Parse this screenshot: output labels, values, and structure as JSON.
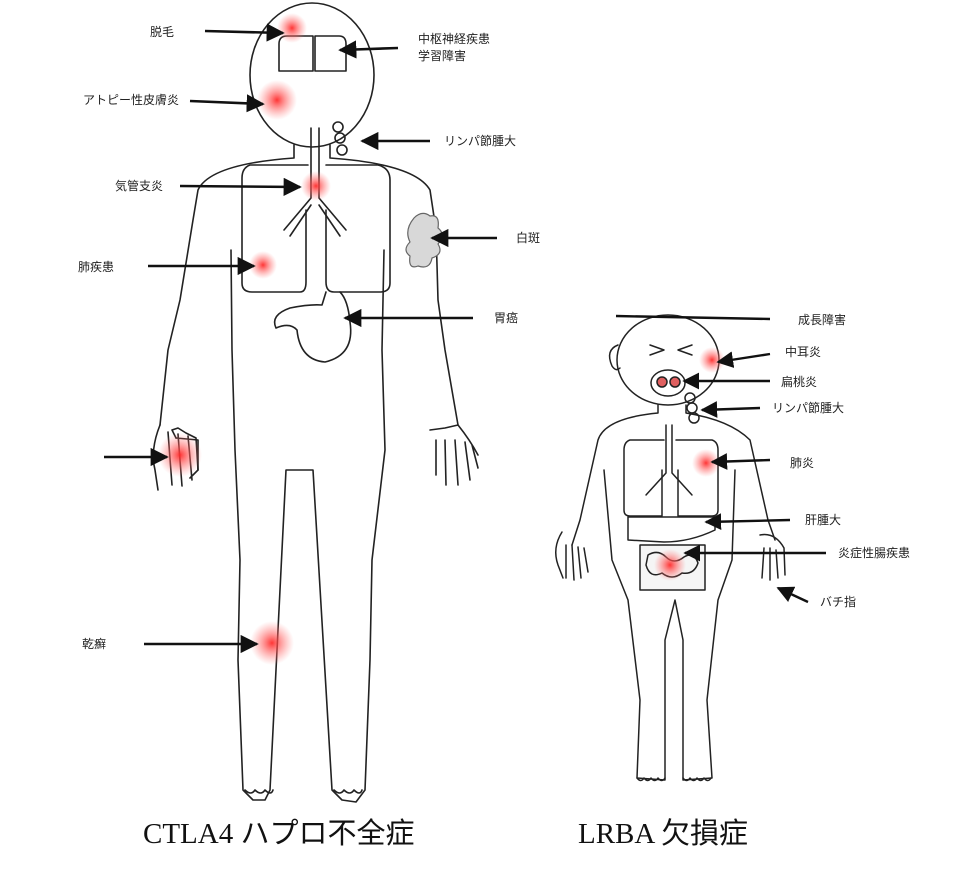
{
  "figures": [
    {
      "caption": "CTLA4 ハプロ不全症",
      "labels": {
        "alopecia": "脱毛",
        "cns": "中枢神経疾患\n学習障害",
        "atopic": "アトピー性皮膚炎",
        "lymph": "リンパ節腫大",
        "bronchitis": "気管支炎",
        "vitiligo": "白斑",
        "lung": "肺疾患",
        "stomach": "胃癌",
        "psoriasis": "乾癬"
      }
    },
    {
      "caption": "LRBA 欠損症",
      "labels": {
        "growth": "成長障害",
        "otitis": "中耳炎",
        "tonsil": "扁桃炎",
        "lymph": "リンパ節腫大",
        "pneumonia": "肺炎",
        "liver": "肝腫大",
        "ibd": "炎症性腸疾患",
        "clubbing": "バチ指"
      }
    }
  ],
  "colors": {
    "outline": "#222222",
    "lesion": "#ff3b3b",
    "vitiligo": "#d8d8d8",
    "arrow": "#111111"
  }
}
